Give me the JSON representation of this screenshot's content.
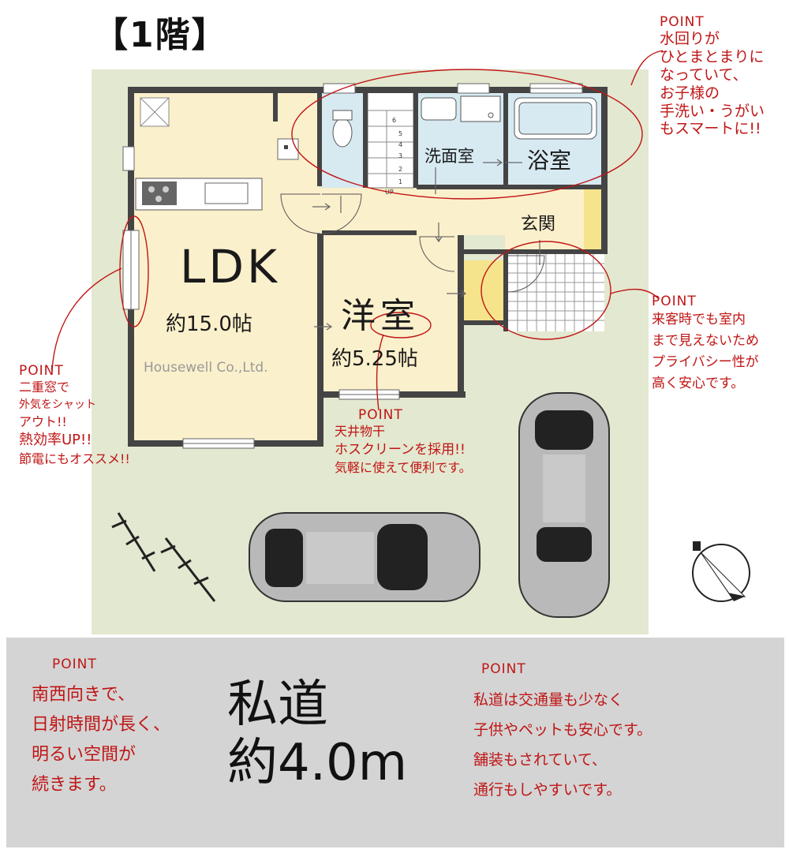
{
  "title": "【1階】",
  "rooms": {
    "ldk": {
      "name": "LDK",
      "size": "約15.0帖"
    },
    "western": {
      "name": "洋室",
      "size": "約5.25帖"
    },
    "washroom": "洗面室",
    "bath": "浴室",
    "entrance": "玄関",
    "stairs_up": "UP",
    "stair_steps": [
      "1",
      "2",
      "3",
      "4",
      "5",
      "6"
    ]
  },
  "watermark": "Housewell Co.,Ltd.",
  "road": {
    "line1": "私道",
    "line2": "約4.0m"
  },
  "points": {
    "water": {
      "label": "POINT",
      "lines": [
        "水回りが",
        "ひとまとまりに",
        "なっていて、",
        "お子様の",
        "手洗い・うがい",
        "もスマートに!!"
      ]
    },
    "entrance": {
      "label": "POINT",
      "lines": [
        "来客時でも室内",
        "まで見えないため",
        "プライバシー性が",
        "高く安心です。"
      ]
    },
    "window": {
      "label": "POINT",
      "lines": [
        "二重窓で",
        "外気をシャット",
        "アウト!!",
        "熱効率UP!!",
        "節電にもオススメ!!"
      ]
    },
    "drying": {
      "label": "POINT",
      "lines": [
        "天井物干",
        "ホスクリーンを採用!!",
        "気軽に使えて便利です。"
      ]
    },
    "southwest": {
      "label": "POINT",
      "lines": [
        "南西向きで、",
        "日射時間が長く、",
        "明るい空間が",
        "続きます。"
      ]
    },
    "road": {
      "label": "POINT",
      "lines": [
        "私道は交通量も少なく",
        "子供やペットも安心です。",
        "舗装もされていて、",
        "通行もしやすいです。"
      ]
    }
  },
  "colors": {
    "lot": "#e3e8d0",
    "road": "#d4d4d4",
    "floor": "#fbf0cc",
    "water_rooms": "#d7eaf2",
    "closet": "#f5e48c",
    "wall": "#444444",
    "annotation": "#c01515"
  },
  "icons": [
    "compass-icon",
    "bicycle-icon",
    "car-icon"
  ]
}
